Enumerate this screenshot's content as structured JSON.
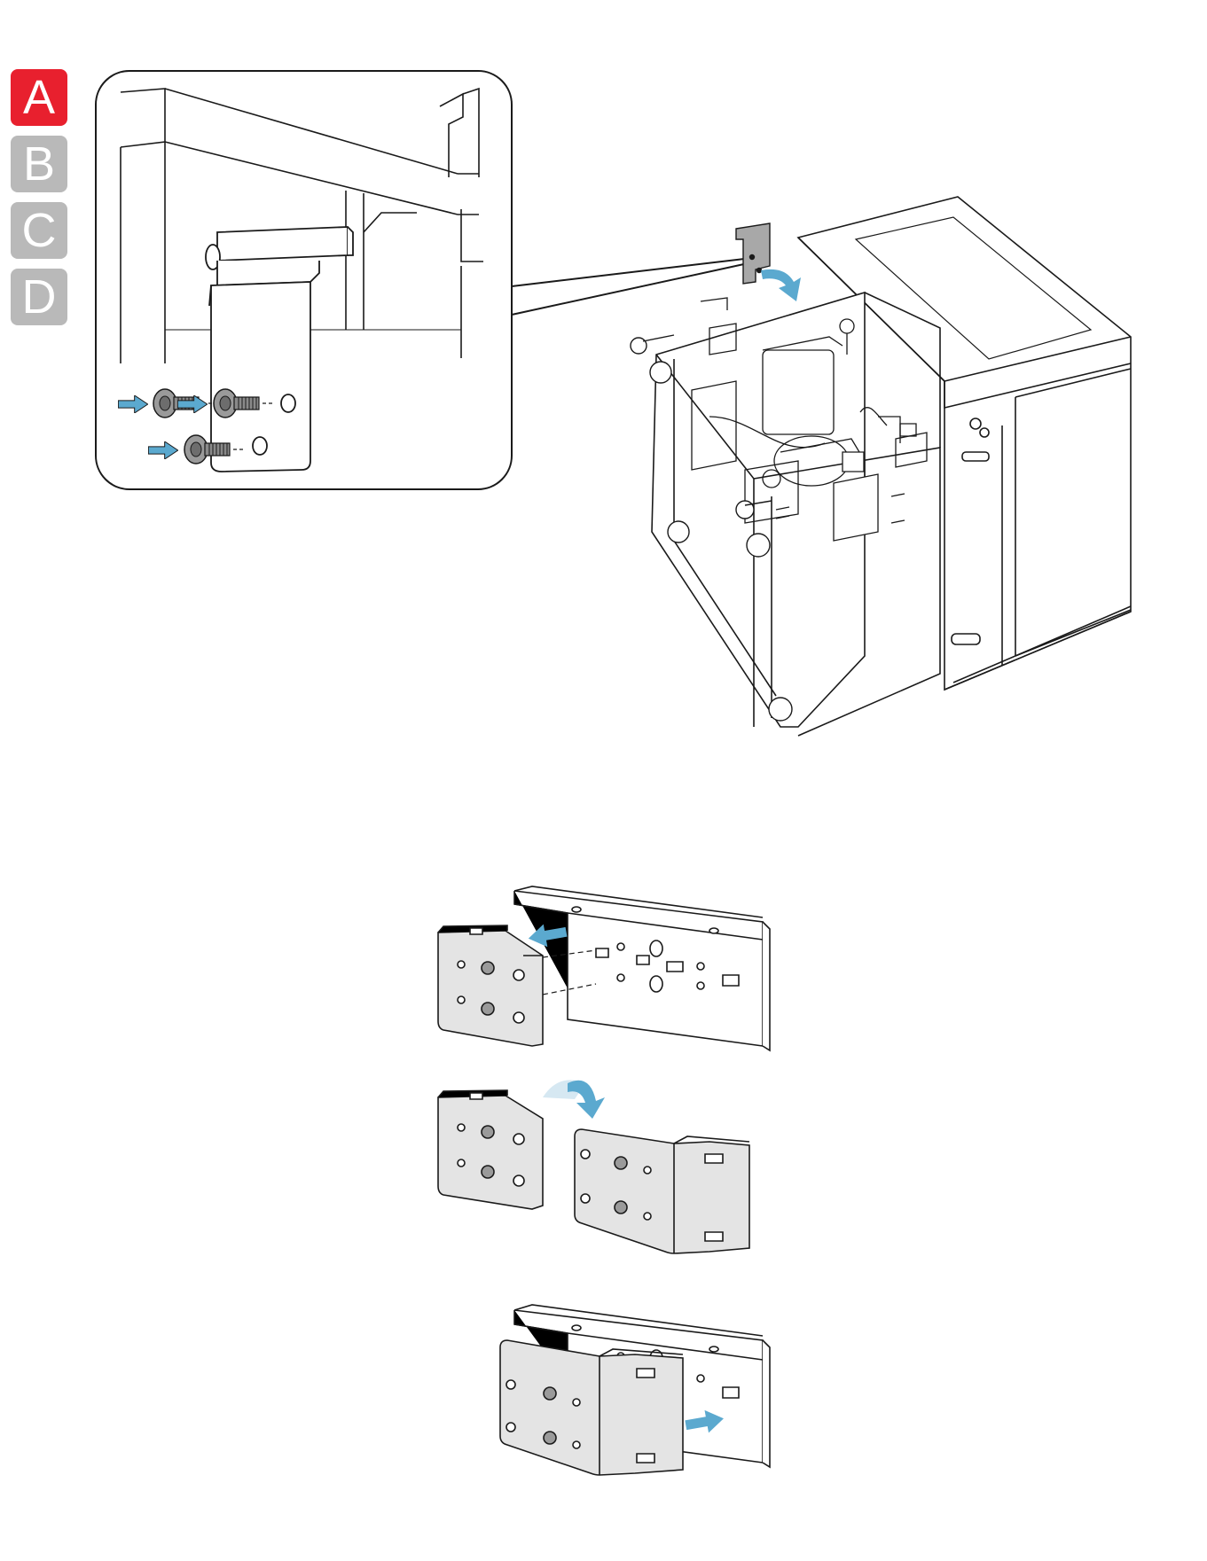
{
  "step_tabs": [
    {
      "letter": "A",
      "state": "active"
    },
    {
      "letter": "B",
      "state": "inactive"
    },
    {
      "letter": "C",
      "state": "inactive"
    },
    {
      "letter": "D",
      "state": "inactive"
    }
  ],
  "colors": {
    "active_tab": "#e8202e",
    "inactive_tab": "#b9b9b9",
    "arrow": "#5ba9cf",
    "line": "#1a1a1a",
    "part_fill": "#e4e4e4"
  },
  "icons": {
    "arrow": "push-arrow-icon",
    "rotate": "rotate-arrow-icon",
    "screw": "screw-icon"
  }
}
